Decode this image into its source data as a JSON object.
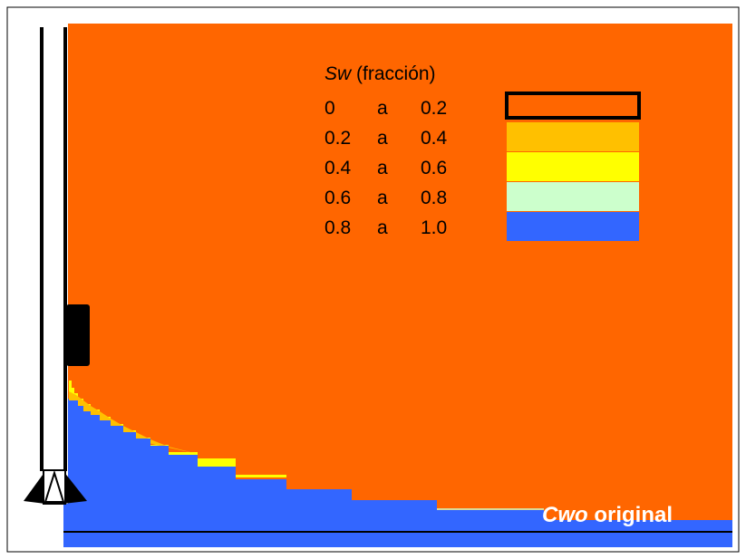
{
  "legend": {
    "title_var": "Sw",
    "title_rest": " (fracción)",
    "rows": [
      {
        "from": "0",
        "sep": "a",
        "to": "0.2",
        "color": "#FF6600",
        "outlined": true
      },
      {
        "from": "0.2",
        "sep": "a",
        "to": "0.4",
        "color": "#FFC000",
        "outlined": false
      },
      {
        "from": "0.4",
        "sep": "a",
        "to": "0.6",
        "color": "#FFFF00",
        "outlined": false
      },
      {
        "from": "0.6",
        "sep": "a",
        "to": "0.8",
        "color": "#CCFFCC",
        "outlined": false
      },
      {
        "from": "0.8",
        "sep": "a",
        "to": "1.0",
        "color": "#3366FF",
        "outlined": false
      }
    ]
  },
  "cwo_label": {
    "var": "Cwo",
    "rest": " original"
  },
  "colors": {
    "oil_zone": "#FF6600",
    "water_zone": "#3366FF",
    "transition_yellow": "#FFFF00",
    "transition_amber": "#FFC000",
    "well": "#000000",
    "background": "#FFFFFF"
  }
}
